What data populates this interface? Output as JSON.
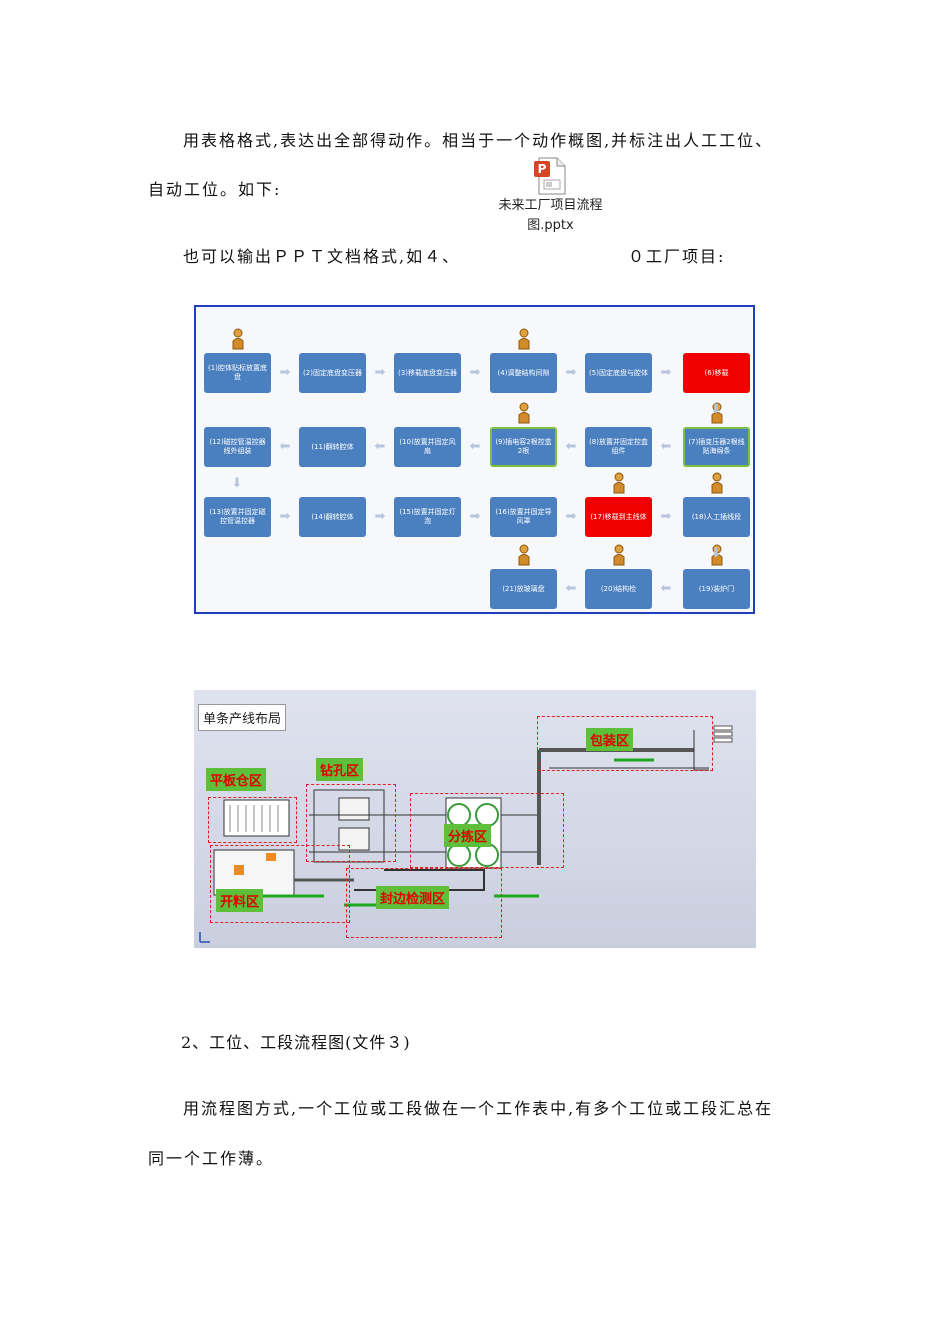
{
  "paragraphs": {
    "p1": "用表格格式,表达出全部得动作。相当于一个动作概图,并标注出人工工位、",
    "p1b": "自动工位。如下:",
    "p2a": "也可以输出ＰＰＴ文档格式,如４、",
    "p2b": "０工厂项目:",
    "p3": "2、工位、工段流程图(文件３)",
    "p4": "用流程图方式,一个工位或工段做在一个工作表中,有多个工位或工段汇总在",
    "p4b": "同一个工作薄。"
  },
  "attachment": {
    "name_line1": "未来工厂项目流程",
    "name_line2": "图.pptx",
    "icon": "pptx-file-icon"
  },
  "flow": {
    "steps": [
      {
        "label": "(1)腔体贴标放置底盘",
        "style": "normal",
        "worker": true
      },
      {
        "label": "(2)固定底盘变压器",
        "style": "normal",
        "worker": false
      },
      {
        "label": "(3)移载底盘变压器",
        "style": "normal",
        "worker": false
      },
      {
        "label": "(4)调整结构间隙",
        "style": "normal",
        "worker": true
      },
      {
        "label": "(5)固定底盘与腔体",
        "style": "normal",
        "worker": false
      },
      {
        "label": "(6)移载",
        "style": "red",
        "worker": false
      },
      {
        "label": "(12)磁控管温控器线外组装",
        "style": "normal",
        "worker": false
      },
      {
        "label": "(11)翻转腔体",
        "style": "normal",
        "worker": false
      },
      {
        "label": "(10)放置并固定风扇",
        "style": "normal",
        "worker": false
      },
      {
        "label": "(9)插电容2根控盒2根",
        "style": "green",
        "worker": true
      },
      {
        "label": "(8)放置并固定控盒组件",
        "style": "normal",
        "worker": false
      },
      {
        "label": "(7)插变压器2根线贴海绵条",
        "style": "green",
        "worker": true
      },
      {
        "label": "(13)放置并固定磁控管温控器",
        "style": "normal",
        "worker": false
      },
      {
        "label": "(14)翻转腔体",
        "style": "normal",
        "worker": false
      },
      {
        "label": "(15)放置并固定灯泡",
        "style": "normal",
        "worker": false
      },
      {
        "label": "(16)放置并固定导风罩",
        "style": "normal",
        "worker": false
      },
      {
        "label": "(17)移载到主线体",
        "style": "red",
        "worker": true
      },
      {
        "label": "(18)人工插线段",
        "style": "normal",
        "worker": true
      },
      {
        "label": "(21)放玻璃盘",
        "style": "normal",
        "worker": true
      },
      {
        "label": "(20)结构检",
        "style": "normal",
        "worker": true
      },
      {
        "label": "(19)装炉门",
        "style": "normal",
        "worker": true
      }
    ]
  },
  "layout": {
    "title": "单条产线布局",
    "zones": {
      "flat": "平板仓区",
      "drill": "钻孔区",
      "sort": "分拣区",
      "pack": "包装区",
      "cut": "开料区",
      "edge": "封边检测区"
    }
  }
}
